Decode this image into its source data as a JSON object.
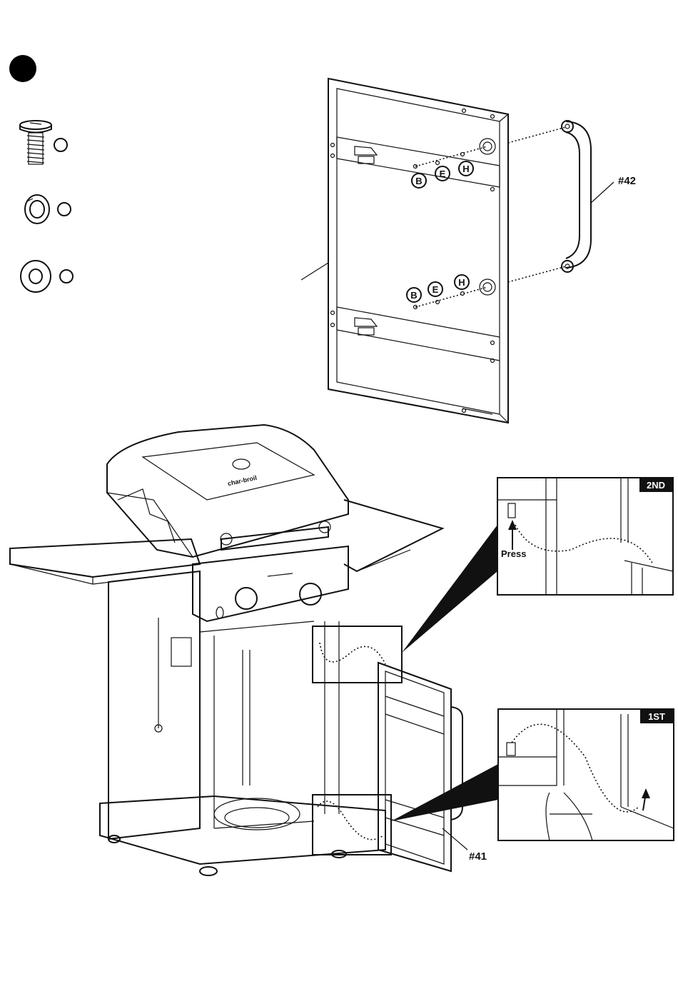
{
  "step": {
    "number": ""
  },
  "hardware": [
    {
      "name": "bolt",
      "qty": ""
    },
    {
      "name": "lock-washer",
      "qty": ""
    },
    {
      "name": "flat-washer",
      "qty": ""
    }
  ],
  "parts": {
    "handle": "#42",
    "door": "#41"
  },
  "fastener_letters": {
    "b": "B",
    "e": "E",
    "h": "H"
  },
  "detail_views": {
    "second": {
      "tag": "2ND",
      "action": "Press"
    },
    "first": {
      "tag": "1ST"
    }
  },
  "brand_mark": "char-broil"
}
